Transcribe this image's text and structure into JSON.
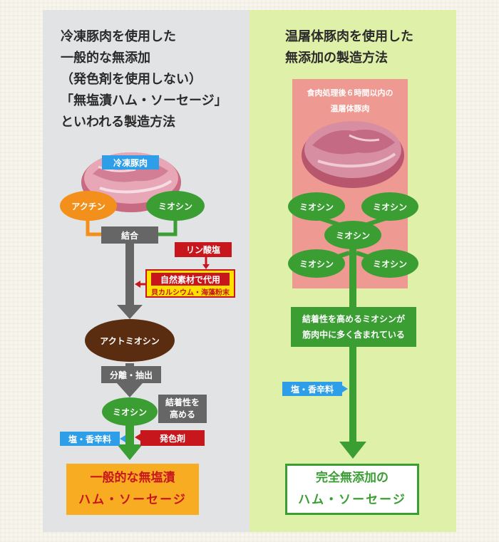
{
  "left": {
    "heading_lines": [
      "冷凍豚肉を使用した",
      "一般的な無添加",
      "（発色剤を使用しない）",
      "「無塩漬ハム・ソーセージ」",
      "といわれる製造方法"
    ],
    "meat_label": "冷凍豚肉",
    "actin": "アクチン",
    "myosin": "ミオシン",
    "bond": "結合",
    "phosphate": "リン酸塩",
    "natural_replace": "自然素材で代用",
    "natural_materials": "貝カルシウム・海藻粉末",
    "actomyosin": "アクトミオシン",
    "separate_extract": "分離・抽出",
    "myosin2": "ミオシン",
    "binding_line1": "結着性を",
    "binding_line2": "高める",
    "salt_spice": "塩・香辛料",
    "color_agent": "発色剤",
    "result_line1": "一般的な無塩漬",
    "result_line2": "ハム・ソーセージ"
  },
  "right": {
    "heading_lines": [
      "温屠体豚肉を使用した",
      "無添加の製造方法"
    ],
    "meat_label_line1": "食肉処理後６時間以内の",
    "meat_label_line2": "温屠体豚肉",
    "myosin": "ミオシン",
    "note_line1": "結着性を高めるミオシンが",
    "note_line2": "筋肉中に多く含まれている",
    "salt_spice": "塩・香辛料",
    "result_line1": "完全無添加の",
    "result_line2": "ハム・ソーセージ"
  },
  "colors": {
    "green": "#3a9e33",
    "orange": "#f3901b",
    "brown": "#5b2d10",
    "gray_box": "#666666",
    "red": "#c8161d",
    "blue": "#2e9ee8",
    "yellow": "#ffe100",
    "result_orange": "#f8ac22",
    "pink_bg": "#ee9a92",
    "left_bg": "#e2e3e5",
    "right_bg": "#dff0a8"
  }
}
